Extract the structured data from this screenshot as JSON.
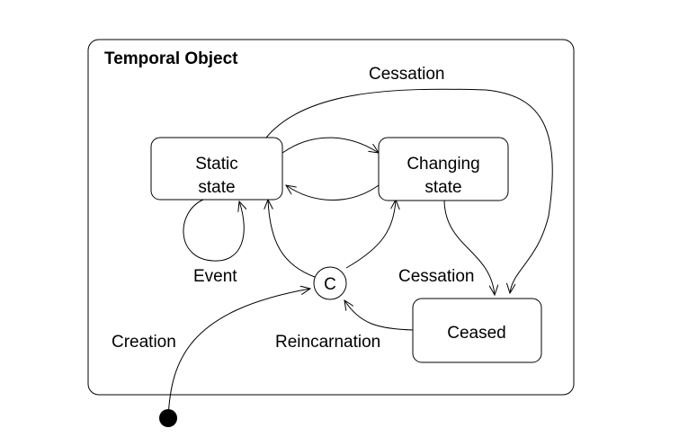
{
  "container": {
    "title": "Temporal Object"
  },
  "states": {
    "static": {
      "line1": "Static",
      "line2": "state"
    },
    "changing": {
      "line1": "Changing",
      "line2": "state"
    },
    "ceased": {
      "label": "Ceased"
    }
  },
  "choice": {
    "label": "C"
  },
  "edges": {
    "cessation_top": "Cessation",
    "cessation_right": "Cessation",
    "event": "Event",
    "creation": "Creation",
    "reincarnation": "Reincarnation"
  }
}
